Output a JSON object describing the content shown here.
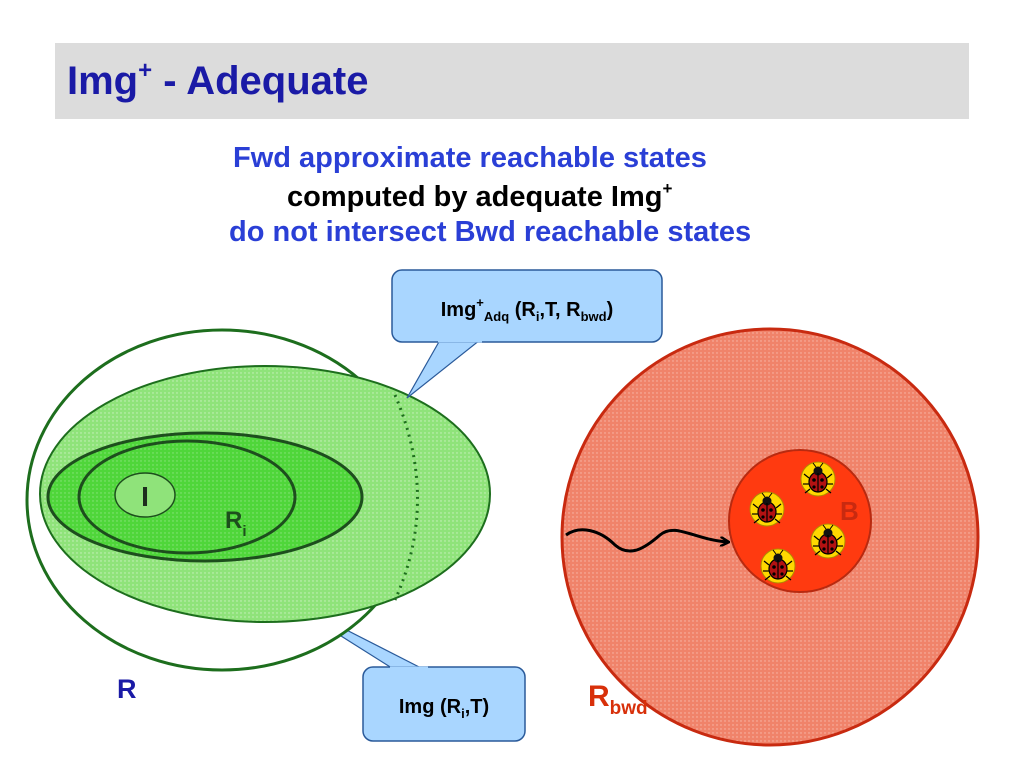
{
  "header": {
    "title_main": "Img",
    "title_sup": "+",
    "title_rest": " - Adequate"
  },
  "subtitle": {
    "line1": "Fwd approximate reachable states",
    "line2_main": "computed by adequate Img",
    "line2_sup": "+",
    "line3": "do not intersect Bwd reachable states"
  },
  "diagram": {
    "label_I": "I",
    "label_Ri_main": "R",
    "label_Ri_sub": "i",
    "label_R": "R",
    "label_B": "B",
    "label_Rbwd_main": "R",
    "label_Rbwd_sub": "bwd",
    "callout_top": {
      "t1": "Img",
      "t2": "+",
      "t3": "Adq",
      "t4": " (R",
      "t5": "i",
      "t6": ",T, R",
      "t7": "bwd",
      "t8": ")"
    },
    "callout_bottom": {
      "t1": "Img (R",
      "t2": "i",
      "t3": ",T)"
    },
    "bug_icon": "ladybug-icon",
    "colors": {
      "title": "#1a1aa6",
      "subtitle_blue": "#2a3fd6",
      "green_light": "#8fe37a",
      "green_mid": "#4fd63a",
      "green_dark": "#1d6e1d",
      "red_light": "#f0836a",
      "red_dark": "#d83a1a",
      "red_inner": "#ff3a10",
      "callout": "#a9d6ff"
    }
  }
}
